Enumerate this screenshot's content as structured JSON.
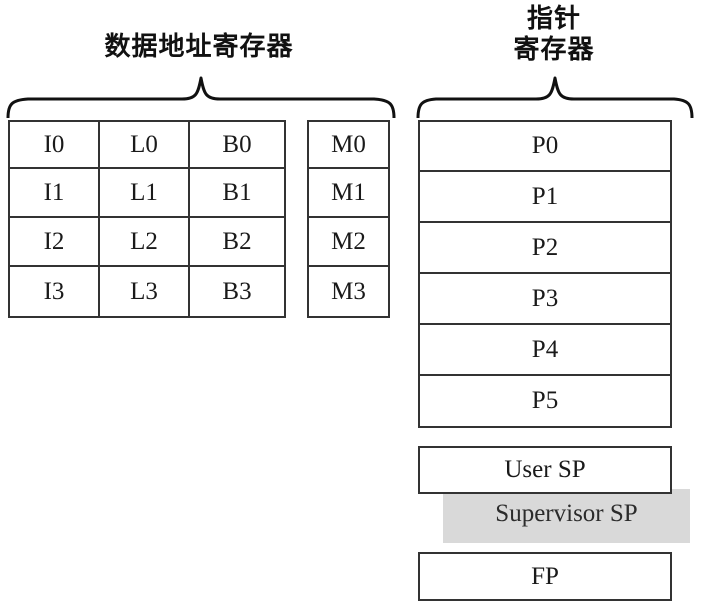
{
  "titles": {
    "data_address_registers": "数据地址寄存器",
    "pointer_registers_line1": "指针",
    "pointer_registers_line2": "寄存器"
  },
  "colors": {
    "border": "#333333",
    "background": "#ffffff",
    "shadow_block": "#d9d9d9",
    "text": "#1a1a1a"
  },
  "data_address_registers": {
    "columns": [
      "I",
      "L",
      "B"
    ],
    "rows": [
      [
        "I0",
        "L0",
        "B0"
      ],
      [
        "I1",
        "L1",
        "B1"
      ],
      [
        "I2",
        "L2",
        "B2"
      ],
      [
        "I3",
        "L3",
        "B3"
      ]
    ]
  },
  "modify_registers": {
    "cells": [
      "M0",
      "M1",
      "M2",
      "M3"
    ]
  },
  "pointer_registers": {
    "cells": [
      "P0",
      "P1",
      "P2",
      "P3",
      "P4",
      "P5"
    ]
  },
  "stack_pointers": {
    "user_sp": "User SP",
    "supervisor_sp": "Supervisor SP",
    "frame_pointer": "FP"
  }
}
